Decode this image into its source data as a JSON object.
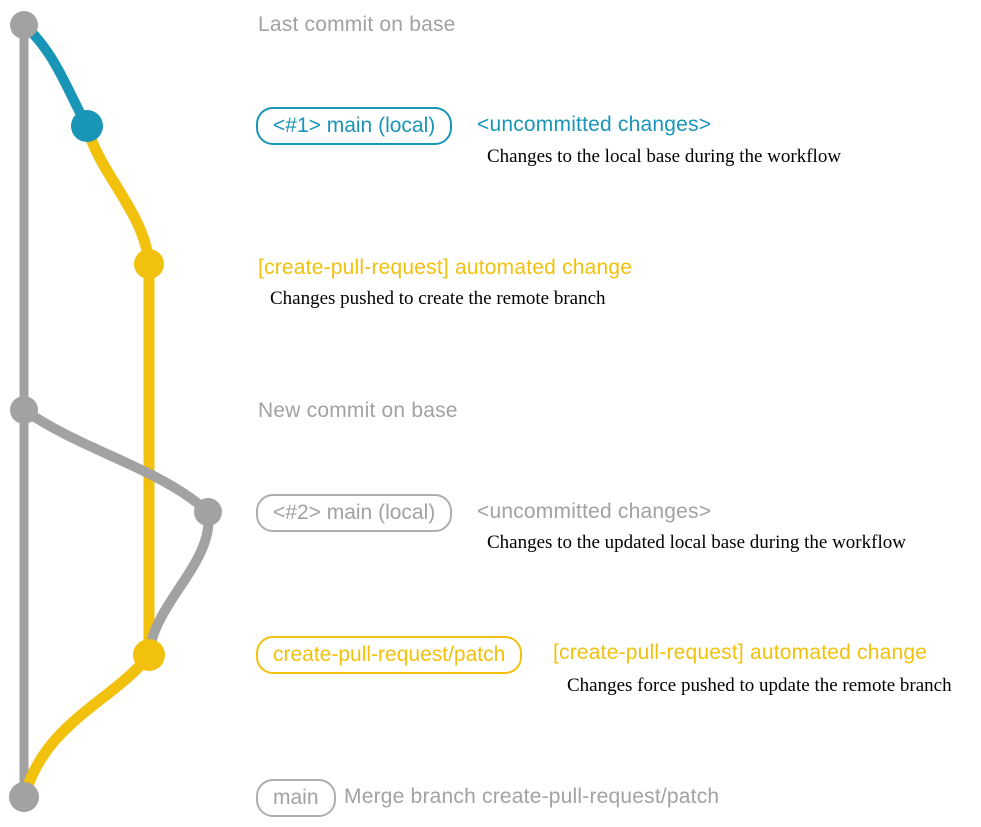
{
  "colors": {
    "gray": "#a2a2a2",
    "teal": "#1995b8",
    "yellow": "#f2c10d",
    "ink": "#000000"
  },
  "notes": {
    "last_commit": "Last commit on base",
    "new_commit": "New commit on base",
    "merge_commit": "Merge branch create-pull-request/patch"
  },
  "labels": {
    "main_local_1": "<#1> main (local)",
    "main_local_2": "<#2> main (local)",
    "patch_branch": "create-pull-request/patch",
    "main": "main"
  },
  "annotations": {
    "uncommitted_1": "<uncommitted changes>",
    "uncommitted_desc_1": "Changes to the local base during the workflow",
    "automated_1": "[create-pull-request] automated change",
    "automated_desc_1": "Changes pushed to create the remote branch",
    "uncommitted_2": "<uncommitted changes>",
    "uncommitted_desc_2": "Changes to the updated local base during the workflow",
    "automated_2": "[create-pull-request] automated change",
    "automated_desc_2": "Changes force pushed to update the remote branch"
  }
}
